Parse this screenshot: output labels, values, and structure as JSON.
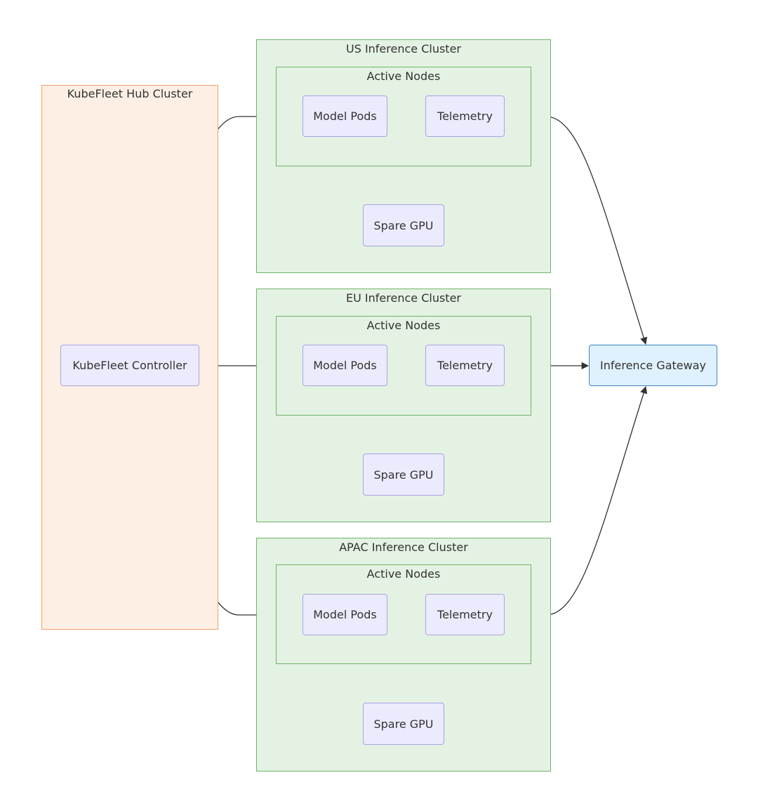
{
  "hub": {
    "title": "KubeFleet Hub Cluster",
    "controller": "KubeFleet Controller"
  },
  "regions": [
    {
      "title": "US Inference Cluster",
      "active_title": "Active Nodes",
      "model_pods": "Model Pods",
      "telemetry": "Telemetry",
      "spare_gpu": "Spare GPU"
    },
    {
      "title": "EU Inference Cluster",
      "active_title": "Active Nodes",
      "model_pods": "Model Pods",
      "telemetry": "Telemetry",
      "spare_gpu": "Spare GPU"
    },
    {
      "title": "APAC Inference Cluster",
      "active_title": "Active Nodes",
      "model_pods": "Model Pods",
      "telemetry": "Telemetry",
      "spare_gpu": "Spare GPU"
    }
  ],
  "gateway": {
    "label": "Inference Gateway"
  },
  "colors": {
    "hub_fill": "#fdefe4",
    "hub_stroke": "#f0a06a",
    "region_fill": "#e4f2e3",
    "region_stroke": "#6fb36a",
    "node_fill": "#ecebfd",
    "node_stroke": "#a8a2e6",
    "gateway_fill": "#dff1fd",
    "gateway_stroke": "#3f82c4",
    "edge": "#333333"
  },
  "edges": [
    {
      "from": "KubeFleet Controller",
      "to": "US Inference Cluster / Active Nodes"
    },
    {
      "from": "KubeFleet Controller",
      "to": "EU Inference Cluster / Active Nodes"
    },
    {
      "from": "KubeFleet Controller",
      "to": "APAC Inference Cluster / Active Nodes"
    },
    {
      "from": "US Inference Cluster / Active Nodes",
      "to": "Inference Gateway"
    },
    {
      "from": "EU Inference Cluster / Active Nodes",
      "to": "Inference Gateway"
    },
    {
      "from": "APAC Inference Cluster / Active Nodes",
      "to": "Inference Gateway"
    }
  ]
}
